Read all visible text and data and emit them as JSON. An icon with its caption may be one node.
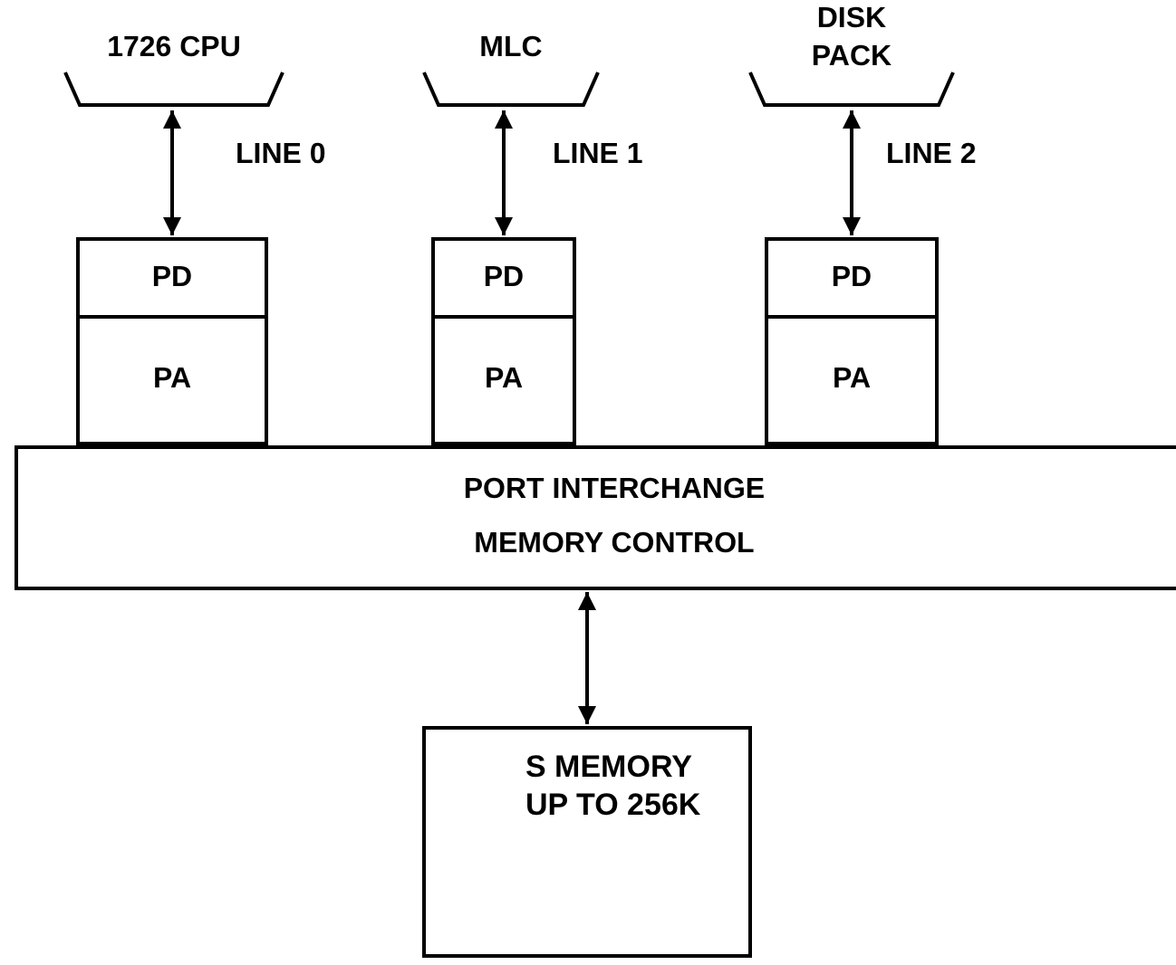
{
  "diagram": {
    "nodes": [
      {
        "text": [
          "1726 CPU"
        ]
      },
      {
        "text": [
          "MLC"
        ]
      },
      {
        "text": [
          "DISK PACK"
        ]
      },
      {
        "text": [
          "PD"
        ]
      },
      {
        "text": [
          "PA"
        ]
      },
      {
        "text": [
          "PD"
        ]
      },
      {
        "text": [
          "PA"
        ]
      },
      {
        "text": [
          "PD"
        ]
      },
      {
        "text": [
          "PA"
        ]
      },
      {
        "text": [
          "PORT INTERCHANGE MEMORY CONTROL"
        ]
      },
      {
        "text": [
          "S MEMORY UP TO 256K"
        ]
      }
    ],
    "edges": [
      {
        "from": 0,
        "to": 3,
        "arrow": "both",
        "label": "LINE 0"
      },
      {
        "from": 1,
        "to": 5,
        "arrow": "both",
        "label": "LINE 1"
      },
      {
        "from": 2,
        "to": 7,
        "arrow": "both",
        "label": "LINE 2"
      },
      {
        "from": 9,
        "to": 10,
        "arrow": "both"
      }
    ]
  }
}
